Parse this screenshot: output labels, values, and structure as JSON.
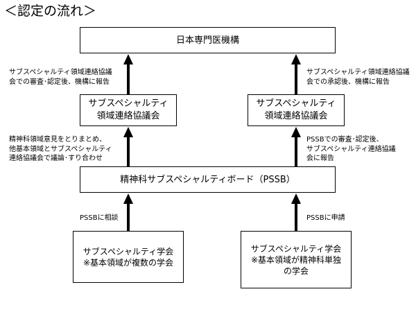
{
  "title": "＜認定の流れ＞",
  "boxes": {
    "jmsb": {
      "line1": "日本専門医機構"
    },
    "council_left": {
      "line1": "サブスペシャルティ",
      "line2": "領域連絡協議会"
    },
    "council_right": {
      "line1": "サブスペシャルティ",
      "line2": "領域連絡協議会"
    },
    "pssb": {
      "line1": "精神科サブスペシャルティボード（PSSB）"
    },
    "society_left": {
      "line1": "サブスペシャルティ学会",
      "line2": "※基本領域が複数の学会"
    },
    "society_right": {
      "line1": "サブスペシャルティ学会",
      "line2": "※基本領域が精神科単独",
      "line3": "の学会"
    }
  },
  "notes": {
    "upper_left": [
      "サブスペシャルティ領域連絡協議",
      "会での審査･認定後、機構に報告"
    ],
    "upper_right": [
      "サブスペシャルティ領域連絡協議",
      "会での承認後、機構に報告"
    ],
    "middle_left": [
      "精神科領域意見をとりまとめ、",
      "他基本領域とサブスペシャルティ",
      "連絡協議会で議論･すり合わせ"
    ],
    "middle_right": [
      "PSSBでの審査･認定後、",
      "サブスペシャルティ連絡協議",
      "会に報告"
    ],
    "lower_left": [
      "PSSBに相談"
    ],
    "lower_right": [
      "PSSBに申請"
    ]
  },
  "colors": {
    "line": "#000000",
    "background": "#ffffff"
  }
}
